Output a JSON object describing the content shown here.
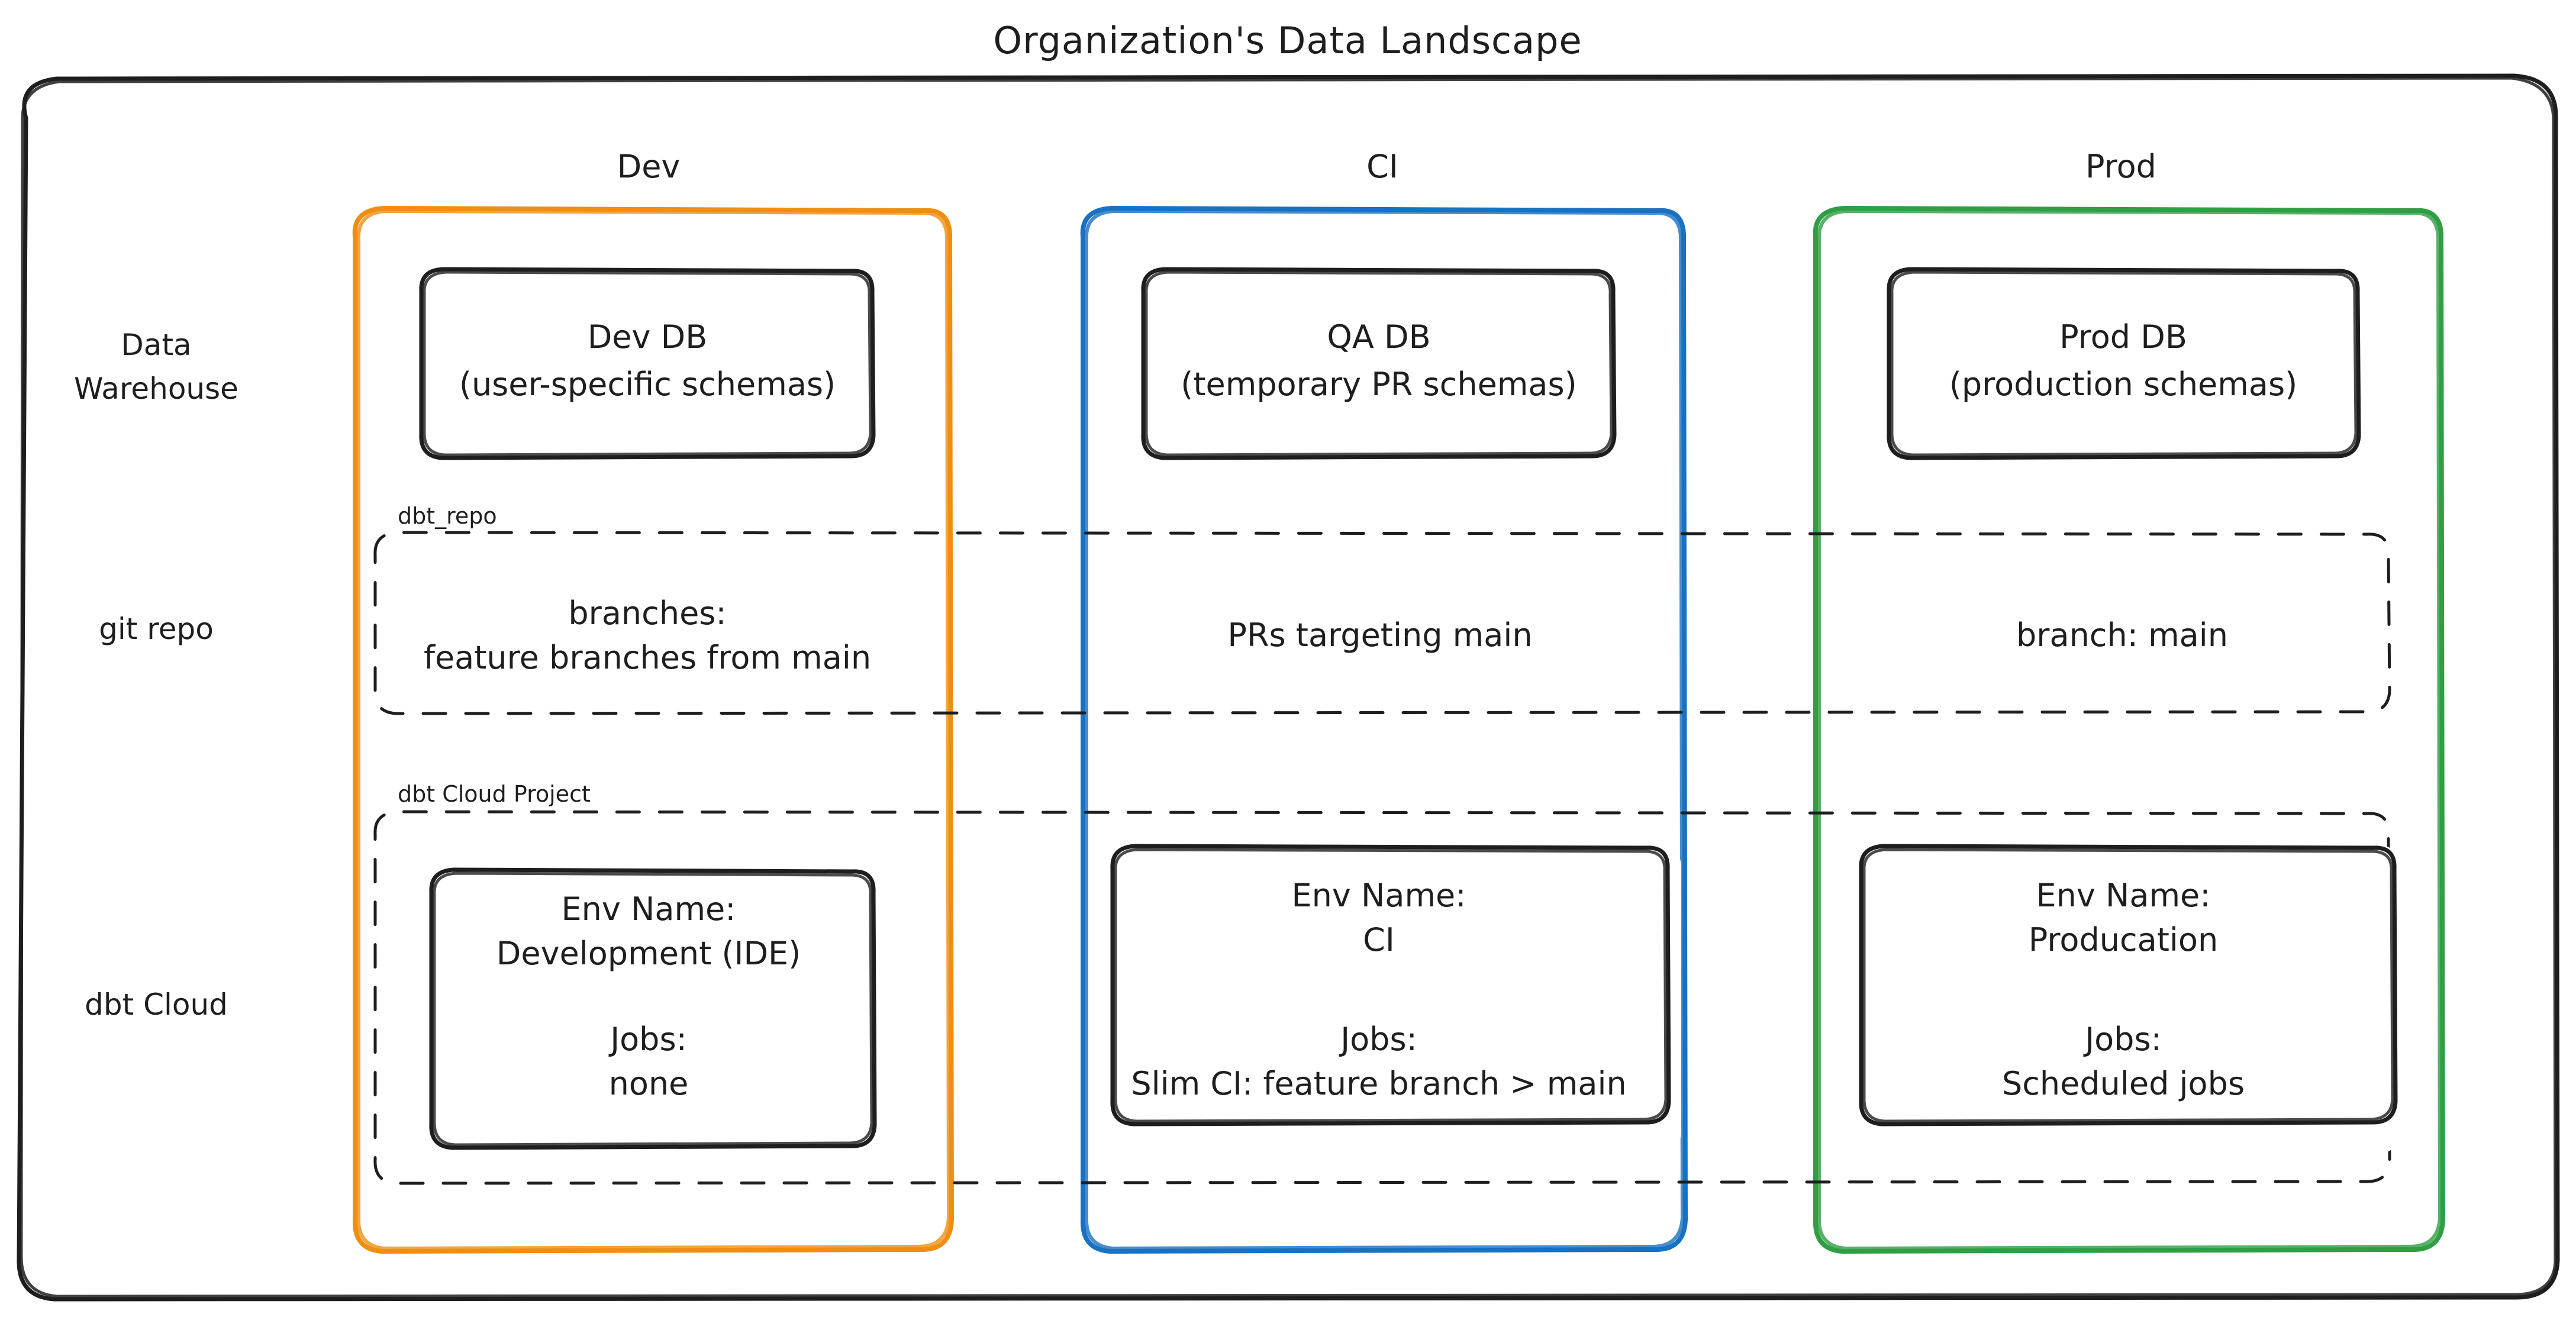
{
  "diagram": {
    "title": "Organization's Data Landscape",
    "colors": {
      "dev": "#ef8e13",
      "ci": "#1971c2",
      "prod": "#2f9e44",
      "ink": "#1e1e1e",
      "background": "#ffffff"
    },
    "columns": [
      {
        "key": "dev",
        "label": "Dev",
        "color": "#ef8e13"
      },
      {
        "key": "ci",
        "label": "CI",
        "color": "#1971c2"
      },
      {
        "key": "prod",
        "label": "Prod",
        "color": "#2f9e44"
      }
    ],
    "rows": [
      {
        "key": "data-warehouse",
        "label_line1": "Data",
        "label_line2": "Warehouse"
      },
      {
        "key": "git-repo",
        "label_line1": "git repo",
        "label_line2": ""
      },
      {
        "key": "dbt-cloud",
        "label_line1": "dbt Cloud",
        "label_line2": ""
      }
    ],
    "group_labels": {
      "git_repo": "dbt_repo",
      "dbt_cloud": "dbt Cloud Project"
    },
    "cells": {
      "data_warehouse": {
        "dev": {
          "line1": "Dev DB",
          "line2": "(user-specific schemas)"
        },
        "ci": {
          "line1": "QA DB",
          "line2": "(temporary PR schemas)"
        },
        "prod": {
          "line1": "Prod DB",
          "line2": "(production schemas)"
        }
      },
      "git_repo": {
        "dev": {
          "line1": "branches:",
          "line2": "feature branches from main"
        },
        "ci": {
          "line1": "PRs targeting main",
          "line2": ""
        },
        "prod": {
          "line1": "branch: main",
          "line2": ""
        }
      },
      "dbt_cloud": {
        "dev": {
          "env_label": "Env Name:",
          "env_value": "Development (IDE)",
          "jobs_label": "Jobs:",
          "jobs_value": "none"
        },
        "ci": {
          "env_label": "Env Name:",
          "env_value": "CI",
          "jobs_label": "Jobs:",
          "jobs_value": "Slim CI: feature branch > main"
        },
        "prod": {
          "env_label": "Env Name:",
          "env_value": "Producation",
          "jobs_label": "Jobs:",
          "jobs_value": "Scheduled jobs"
        }
      }
    }
  }
}
